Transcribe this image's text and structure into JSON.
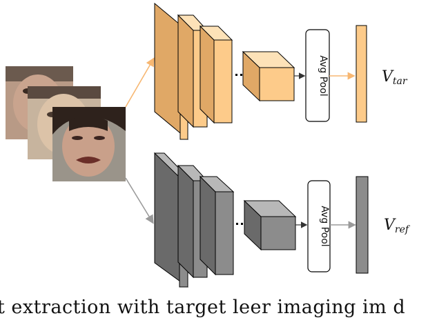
{
  "colors": {
    "target_front": "#FDCB8A",
    "target_side": "#E0A866",
    "target_top": "#FDE2B8",
    "target_arrow": "#F7B772",
    "reference_front": "#8C8C8C",
    "reference_side": "#6A6A6A",
    "reference_top": "#B8B8B8",
    "reference_arrow": "#9A9A9A",
    "edge": "#000000"
  },
  "pool": {
    "top_label": "Avg Pool",
    "bottom_label": "Avg Pool"
  },
  "output": {
    "target": {
      "main": "V",
      "sub": "tar"
    },
    "reference": {
      "main": "V",
      "sub": "ref"
    }
  },
  "caption": "t     extraction with   target    leer   imaging  im    d"
}
